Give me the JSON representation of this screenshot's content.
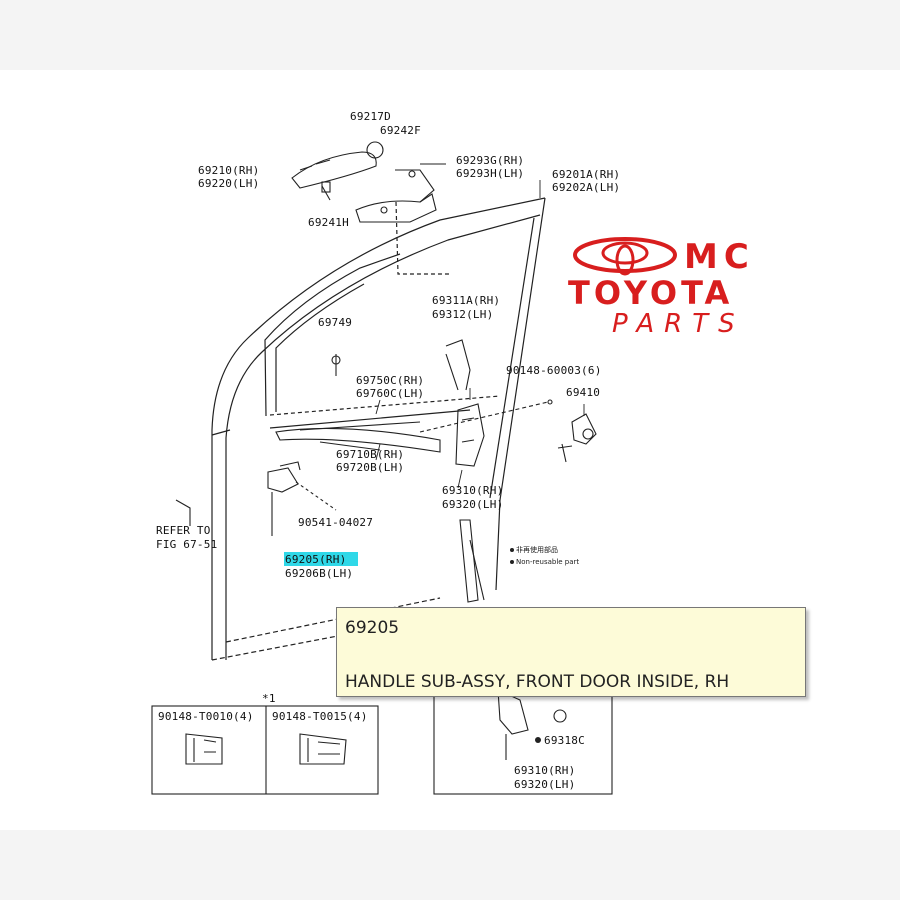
{
  "brand": {
    "line1": "MC",
    "line2": "TOYOTA",
    "line3": "PARTS",
    "color": "#d81e1e"
  },
  "parts": {
    "p69217D": "69217D",
    "p69242F": "69242F",
    "p69210": "69210(RH)",
    "p69220": "69220(LH)",
    "p69293G": "69293G(RH)",
    "p69293H": "69293H(LH)",
    "p69201A": "69201A(RH)",
    "p69202A": "69202A(LH)",
    "p69241H": "69241H",
    "p69311A": "69311A(RH)",
    "p69312": "69312(LH)",
    "p69749": "69749",
    "p90148": "90148-60003(6)",
    "p69750C": "69750C(RH)",
    "p69760C": "69760C(LH)",
    "p69410": "69410",
    "p69710B": "69710B(RH)",
    "p69720B": "69720B(LH)",
    "p69310": "69310(RH)",
    "p69320": "69320(LH)",
    "p90541": "90541-04027",
    "refer1": "REFER TO",
    "refer2": "FIG 67-51",
    "p69205": "69205(RH)",
    "p69206": "69206B(LH)",
    "p90148a": "90148-T0010(4)",
    "p90148b": "90148-T0015(4)",
    "star1": "*1",
    "p69318C": "69318C",
    "p69310b": "69310(RH)",
    "p69320b": "69320(LH)"
  },
  "legend": {
    "l1": "非再使用部品",
    "l2": "Non-reusable part"
  },
  "highlight_color": "#2fd8e8",
  "tooltip": {
    "code": "69205",
    "description": "HANDLE SUB-ASSY, FRONT DOOR INSIDE, RH"
  }
}
